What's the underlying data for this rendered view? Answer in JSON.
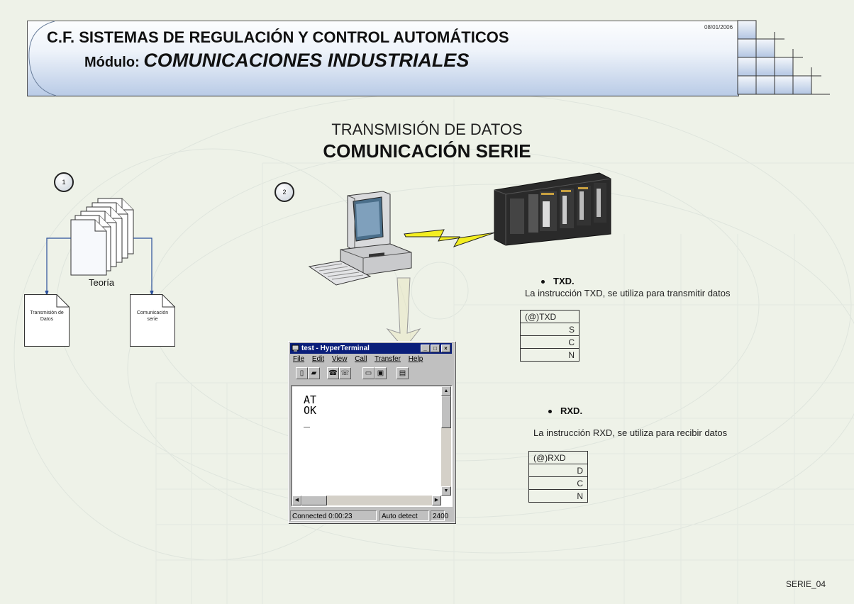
{
  "header": {
    "title": "C.F. SISTEMAS DE REGULACIÓN Y CONTROL AUTOMÁTICOS",
    "module_label": "Módulo:",
    "module_name": "COMUNICACIONES INDUSTRIALES",
    "date": "08/01/2006"
  },
  "section": {
    "subtitle": "TRANSMISIÓN DE DATOS",
    "title": "COMUNICACIÓN SERIE"
  },
  "steps": [
    "1",
    "2"
  ],
  "theory": {
    "label": "Teoría",
    "cards": [
      {
        "label_line1": "Transmisión de",
        "label_line2": "Datos"
      },
      {
        "label_line1": "Comunicación",
        "label_line2": "serie"
      }
    ]
  },
  "hyperterminal": {
    "title": "test - HyperTerminal",
    "menu": [
      "File",
      "Edit",
      "View",
      "Call",
      "Transfer",
      "Help"
    ],
    "terminal_text": "AT\nOK\n_",
    "status": [
      "Connected 0:00:23",
      "Auto detect",
      "2400"
    ]
  },
  "txd": {
    "name": "TXD.",
    "description": "La instrucción TXD, se utiliza para transmitir datos",
    "table": [
      "(@)TXD",
      "S",
      "C",
      "N"
    ]
  },
  "rxd": {
    "name": "RXD.",
    "description": "La instrucción RXD, se utiliza para recibir datos",
    "table": [
      "(@)RXD",
      "D",
      "C",
      "N"
    ]
  },
  "footer": "SERIE_04",
  "colors": {
    "header_gradient_bottom": "#b9cbe6",
    "title_bar": "#0a1e7a",
    "background": "#eef2e8"
  }
}
